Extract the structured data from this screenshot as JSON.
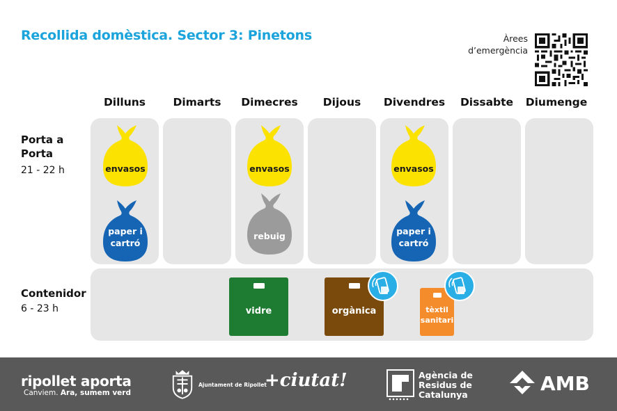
{
  "header": {
    "title": "Recollida domèstica. Sector 3: Pinetons",
    "qr_label_line1": "Àrees",
    "qr_label_line2": "d’emergència"
  },
  "days": [
    "Dilluns",
    "Dimarts",
    "Dimecres",
    "Dijous",
    "Divendres",
    "Dissabte",
    "Diumenge"
  ],
  "rows": {
    "door": {
      "label_line1": "Porta a",
      "label_line2": "Porta",
      "time": "21 - 22 h"
    },
    "container": {
      "label": "Contenidor",
      "time": "6 - 23 h"
    }
  },
  "door_collection": {
    "monday": [
      {
        "type": "envasos",
        "label": "envasos",
        "color": "#fce200"
      },
      {
        "type": "paper",
        "label_line1": "paper i",
        "label_line2": "cartró",
        "color": "#1565b4"
      }
    ],
    "wednesday": [
      {
        "type": "envasos",
        "label": "envasos",
        "color": "#fce200"
      },
      {
        "type": "rebuig",
        "label": "rebuig",
        "color": "#9b9b9b"
      }
    ],
    "friday": [
      {
        "type": "envasos",
        "label": "envasos",
        "color": "#fce200"
      },
      {
        "type": "paper",
        "label_line1": "paper i",
        "label_line2": "cartró",
        "color": "#1565b4"
      }
    ]
  },
  "containers": [
    {
      "label": "vidre",
      "color": "#1e7c32"
    },
    {
      "label": "orgànica",
      "color": "#7a4a0c"
    },
    {
      "label_line1": "tèxtil",
      "label_line2": "sanitari",
      "color": "#f58c2c"
    }
  ],
  "colors": {
    "title": "#1ba3dc",
    "panel": "#e6e6e6",
    "footer": "#595959",
    "card_badge": "#29aee6"
  },
  "footer": {
    "brand": "ripollet aporta",
    "slogan_plain": "Canviem.",
    "slogan_bold": "Ara, sumem verd",
    "ajuntament": "Ajuntament de Ripollet",
    "ciutat": "+ciutat!",
    "agencia_line1": "Agència de",
    "agencia_line2": "Residus de",
    "agencia_line3": "Catalunya",
    "amb": "AMB"
  }
}
